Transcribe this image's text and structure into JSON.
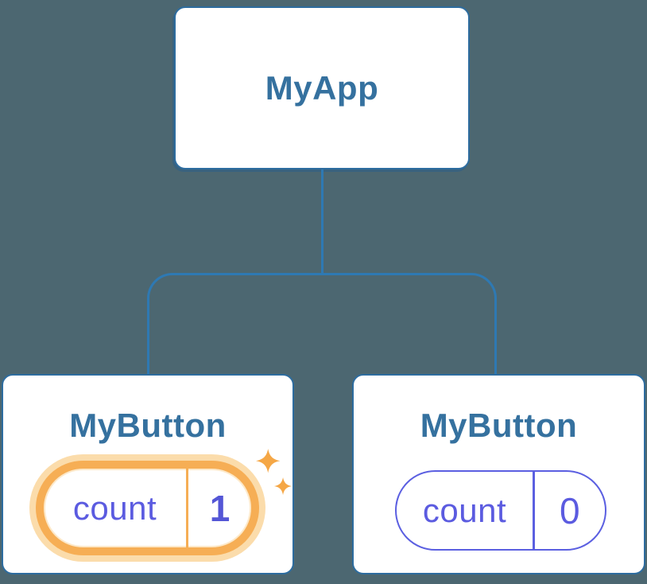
{
  "colors": {
    "bg": "#4C6771",
    "card-bg": "#FFFFFF",
    "card-border": "#2D6C9F",
    "connector": "#2E79B3",
    "node-label": "#35719F",
    "state-purple": "#5B5BE0",
    "state-value-left": "#5456D6",
    "pill-border": "#5B5FE1",
    "highlight-orange": "#F6AE55",
    "highlight-glow": "#FBDCAB",
    "sparkle": "#F5A746"
  },
  "tree": {
    "root": {
      "label": "MyApp"
    },
    "children": [
      {
        "label": "MyButton",
        "state": {
          "key": "count",
          "value": "1"
        },
        "highlighted": true
      },
      {
        "label": "MyButton",
        "state": {
          "key": "count",
          "value": "0"
        },
        "highlighted": false
      }
    ]
  }
}
